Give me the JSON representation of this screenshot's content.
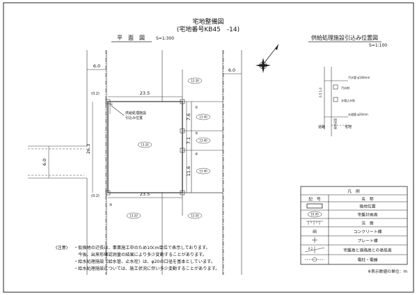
{
  "header": {
    "title": "宅地整備図",
    "subtitle": "(宅地番号KB45　-14)"
  },
  "plan": {
    "heading": "平　面　図",
    "scale": "S=1:300",
    "dims": {
      "road_left_width": "6.0",
      "road_right_width": "6.0",
      "road_cross_width": "6.0",
      "frontage": "23.5",
      "frontage_bottom": "23.5",
      "depth": "26.3",
      "seg1": "7.6",
      "seg2": "7.1",
      "seg3": "11.6",
      "offset_top": "(0.2)",
      "offset_bottom": "(0.2)"
    },
    "elevations": {
      "lot_top": "13.30",
      "lot_main": "13.20",
      "lot_r1": "13.40",
      "lot_r2": "13.40",
      "lot_r3": "13.40",
      "lot_bottom_left": "13.20",
      "lot_bottom_right": "13.50"
    },
    "markers": {
      "m_top_left": "⑭",
      "m_r1": "②",
      "m_r2": "③",
      "m_r3": "④",
      "m_bottom": "⑤"
    },
    "callout": [
      "供給処理施設",
      "引込み位置"
    ]
  },
  "detail": {
    "heading": "供給処理施設引込み位置図",
    "scale": "S=1:100",
    "labels": {
      "sewer": "汚水管 φ100mm",
      "water_box": "汚水桝",
      "water_stop": "水道止水栓",
      "water_pipe": "水道管 φ20mm",
      "dims": "0.5  1.0",
      "boundary": "官民境界",
      "road": "道路",
      "lot": "宅地"
    }
  },
  "legend": {
    "title": "凡　例",
    "col_symbol": "記　号",
    "col_name": "名　称",
    "rows": [
      {
        "symbol": "",
        "name": "換地位置"
      },
      {
        "symbol": "10.00",
        "name": "宅盤計画高"
      },
      {
        "symbol": "",
        "name": "法　面"
      },
      {
        "symbol": "田",
        "name": "コンクリート標"
      },
      {
        "symbol": "",
        "name": "プレート標"
      },
      {
        "symbol": "0.2",
        "name": "宅盤高と道路高との高低差"
      },
      {
        "symbol": "",
        "name": "電柱・電線"
      }
    ],
    "unit_note": "※表示数値の単位：m"
  },
  "notes": {
    "label": "(注意)",
    "lines": [
      "・仮換地の辺長は、事業施工中のため10cm単位で表示しております。",
      "　今後、出来形確認測量の結果により多少変動することがあります。",
      "・給水処理施設（給水管、止水栓）は、φ20の口径を基本としています。",
      "・給水処理施設については、施工状況に伴い多少変動することがあります。"
    ]
  }
}
